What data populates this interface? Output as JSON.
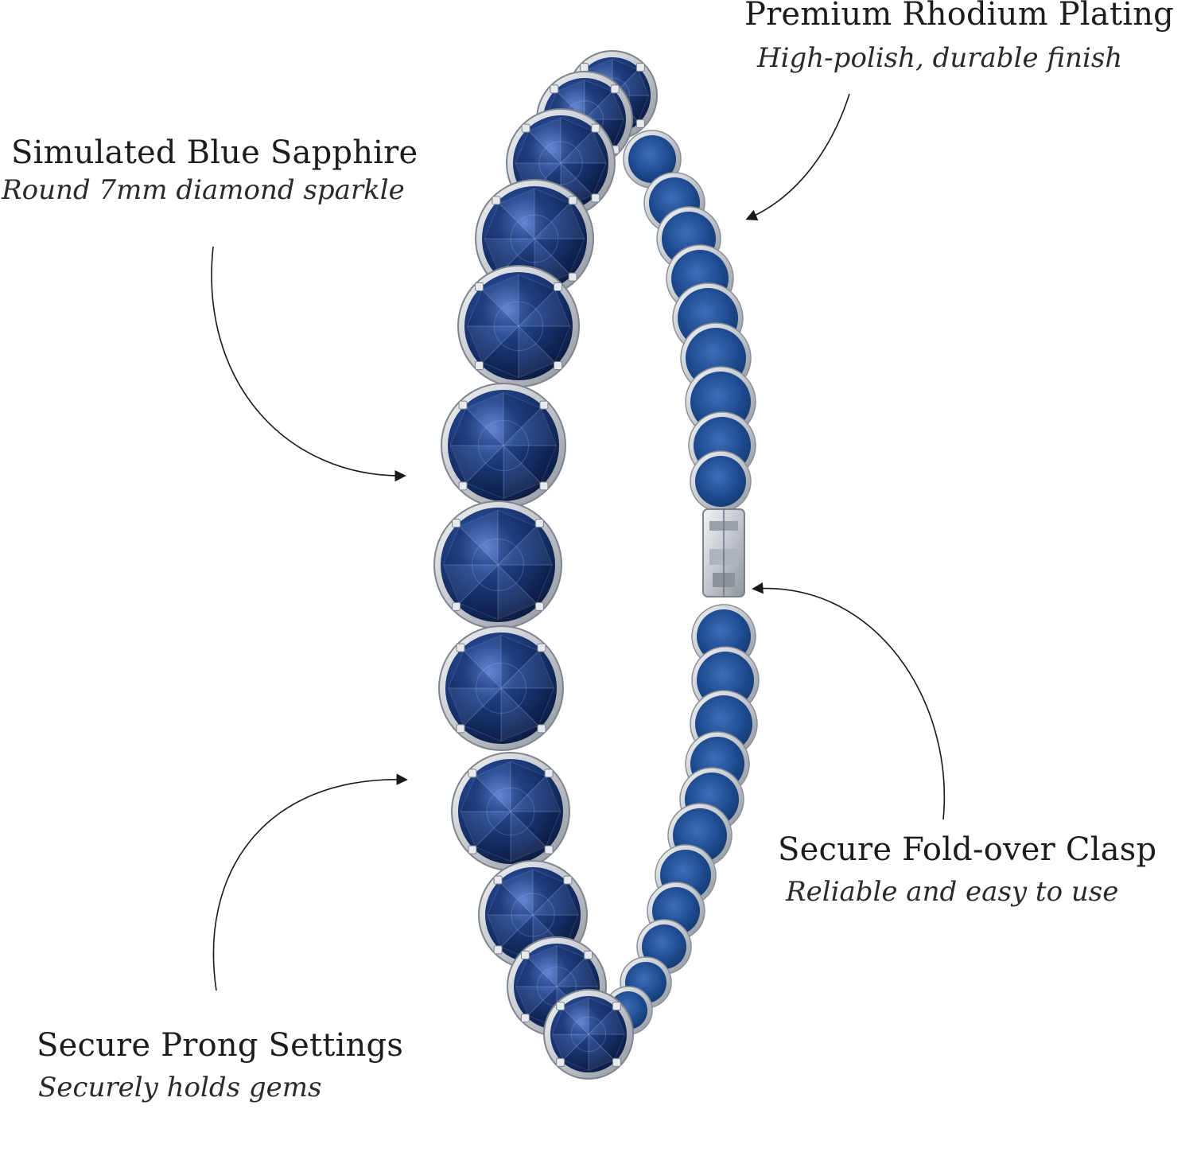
{
  "callouts": {
    "rhodium": {
      "title": "Premium Rhodium Plating",
      "subtitle": "High-polish, durable finish"
    },
    "sapphire": {
      "title": "Simulated Blue Sapphire",
      "subtitle": "Round 7mm diamond sparkle"
    },
    "clasp": {
      "title": "Secure Fold-over Clasp",
      "subtitle": "Reliable and easy to use"
    },
    "prong": {
      "title": "Secure Prong Settings",
      "subtitle": "Securely holds gems"
    }
  },
  "colors": {
    "background": "#ffffff",
    "text": "#1c1c1c",
    "gem_deep": "#0f2350",
    "gem_mid": "#1f3f86",
    "gem_light": "#4a6fbf",
    "metal": "#c8ccd2",
    "metal_dark": "#8d939b",
    "line": "#1a1a1a"
  },
  "icons": {
    "product": "tennis-bracelet-image",
    "arrow": "curved-arrow-icon"
  }
}
